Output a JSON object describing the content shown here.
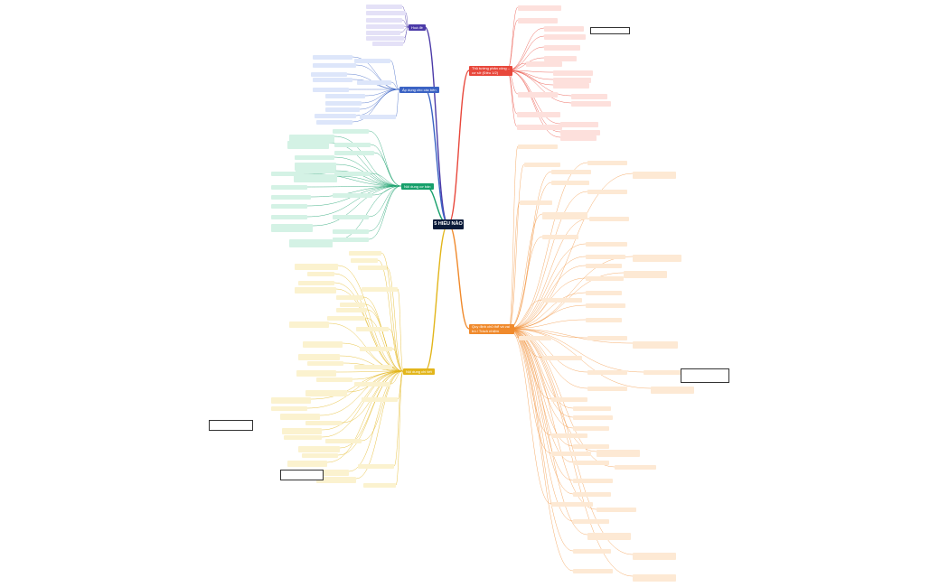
{
  "root": {
    "label": "5 HIỂU NÀO"
  },
  "branches": [
    {
      "id": "b-purple",
      "label": "Hoá đề",
      "color": "#4b3aa8"
    },
    {
      "id": "b-blue",
      "label": "Áp dụng cho các bên",
      "color": "#3b63c4"
    },
    {
      "id": "b-green",
      "label": "Nội dung cơ bản",
      "color": "#17a06b"
    },
    {
      "id": "b-yellow",
      "label": "Nội dung chi tiết",
      "color": "#e2b51a"
    },
    {
      "id": "b-red",
      "label": "Thủ tướng phân công – cơ sở (Điều 1/2)",
      "color": "#e8473b"
    },
    {
      "id": "b-orange",
      "label": "Quy định chủ thể và vai trò / Trách nhiệm",
      "color": "#f08a2c"
    }
  ],
  "colors": {
    "leaf_purple": "#e4e1f7",
    "leaf_blue": "#dde6fa",
    "leaf_green": "#d4f2e5",
    "leaf_yellow": "#fbf2cf",
    "leaf_red": "#fde0dc",
    "leaf_orange": "#fde9d4"
  }
}
